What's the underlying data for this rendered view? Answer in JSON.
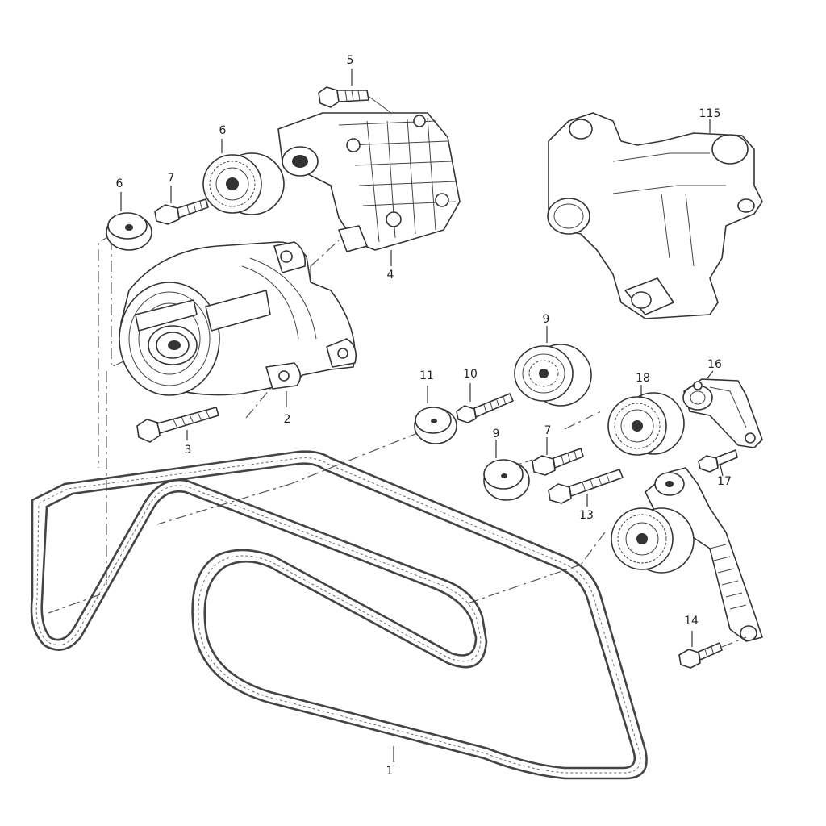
{
  "labels": {
    "belt": "1",
    "alternator": "2",
    "alternator_bolt": "3",
    "alternator_bracket": "4",
    "bracket_bolt": "5",
    "pulley_cap_left": "6",
    "idler_pulley_top": "6",
    "bolt_7_left": "7",
    "idler_pulley_9_top": "9",
    "pulley_cap_9": "9",
    "bolt_10": "10",
    "pulley_cap_11": "11",
    "bolt_13": "13",
    "bolt_14": "14",
    "support_bracket": "115",
    "bracket_16": "16",
    "bolt_17": "17",
    "idler_pulley_18": "18",
    "bolt_7_right": "7"
  }
}
